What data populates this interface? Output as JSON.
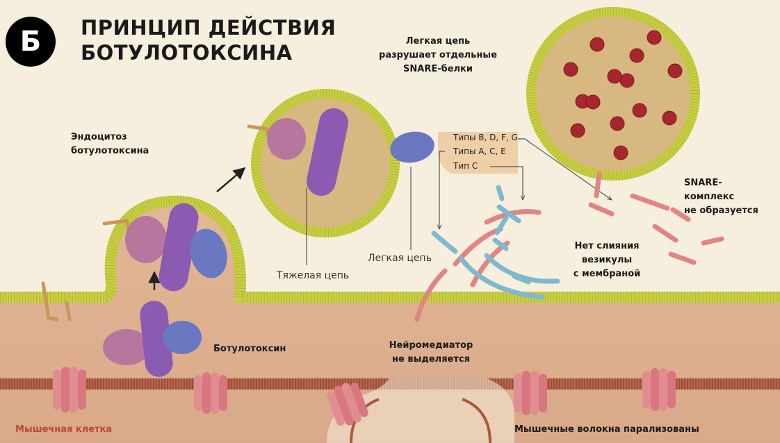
{
  "badge": "Б",
  "title": {
    "line1": "ПРИНЦИП ДЕЙСТВИЯ",
    "line2": "БОТУЛОТОКСИНА"
  },
  "labels": {
    "endocytosis_l1": "Эндоцитоз",
    "endocytosis_l2": "ботулотоксина",
    "light_chain_destroys_l1": "Легкая цепь",
    "light_chain_destroys_l2": "разрушает отдельные",
    "light_chain_destroys_l3": "SNARE-белки",
    "types_bdfg": "Типы B, D, F, G",
    "types_ace": "Типы A, C, E",
    "type_c": "Тип C",
    "heavy_chain": "Тяжелая цепь",
    "light_chain": "Легкая цепь",
    "snare_l1": "SNARE-",
    "snare_l2": "комплекс",
    "snare_l3": "не образуется",
    "no_fusion_l1": "Нет слияния",
    "no_fusion_l2": "везикулы",
    "no_fusion_l3": "с мембраной",
    "botulotoxin": "Ботулотоксин",
    "neuro_l1": "Нейромедиатор",
    "neuro_l2": "не выделяется",
    "muscle_cell": "Мышечная клетка",
    "paralyzed": "Мышечные волокна парализованы"
  },
  "colors": {
    "background": "#f6efdd",
    "membrane": "#c9cf42",
    "cell_interior": "#d9ae83",
    "vesicle_fill": "#d8b881",
    "heavy_chain": "#8a5bb0",
    "light_chain": "#6a78c2",
    "receptor_pink": "#b7769d",
    "snare_pink": "#e08484",
    "snare_blue": "#7fb9cf",
    "neurotransmitter": "#a8262d",
    "muscle_fiber": "#a85a3c",
    "muscle_label": "#b94a33"
  }
}
